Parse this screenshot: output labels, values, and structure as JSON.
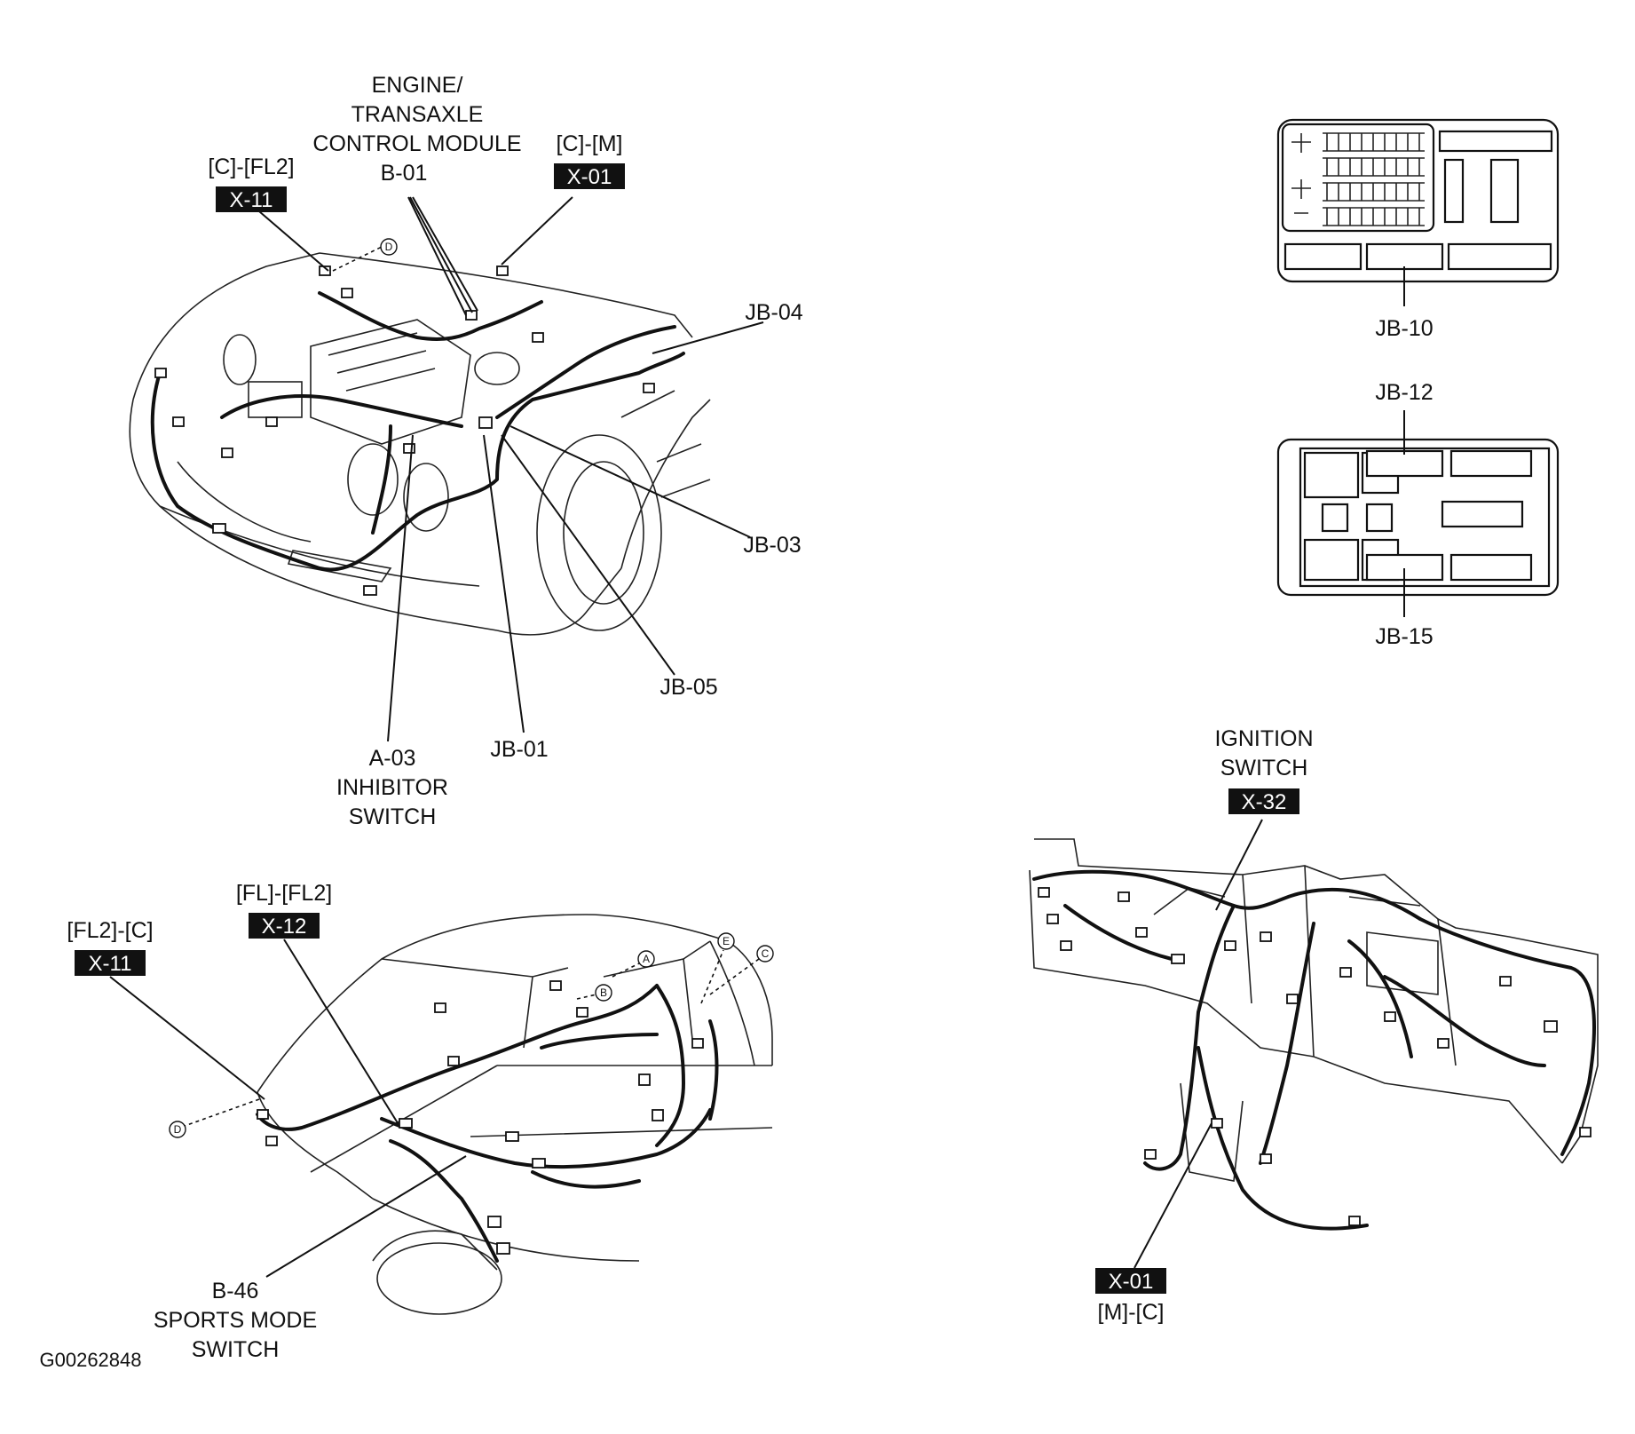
{
  "figure_id": "G00262848",
  "engine_bay": {
    "ecm_label_line1": "ENGINE/",
    "ecm_label_line2": "TRANSAXLE",
    "ecm_label_line3": "CONTROL MODULE",
    "ecm_code": "B-01",
    "conn_x11_pins": "[C]-[FL2]",
    "conn_x11_tag": "X-11",
    "conn_x01_pins": "[C]-[M]",
    "conn_x01_tag": "X-01",
    "jb04": "JB-04",
    "jb03": "JB-03",
    "jb05": "JB-05",
    "jb01": "JB-01",
    "a03_code": "A-03",
    "a03_line1": "INHIBITOR",
    "a03_line2": "SWITCH",
    "marker_d": "D"
  },
  "fuse_boxes": {
    "jb10": "JB-10",
    "jb12": "JB-12",
    "jb15": "JB-15"
  },
  "body_side": {
    "conn_x12_pins": "[FL]-[FL2]",
    "conn_x12_tag": "X-12",
    "conn_x11_pins": "[FL2]-[C]",
    "conn_x11_tag": "X-11",
    "b46_code": "B-46",
    "b46_line1": "SPORTS MODE",
    "b46_line2": "SWITCH",
    "marker_a": "A",
    "marker_b": "B",
    "marker_c": "C",
    "marker_d": "D",
    "marker_e": "E"
  },
  "dash": {
    "ign_line1": "IGNITION",
    "ign_line2": "SWITCH",
    "conn_x32_tag": "X-32",
    "conn_x01_tag": "X-01",
    "conn_x01_pins": "[M]-[C]"
  }
}
